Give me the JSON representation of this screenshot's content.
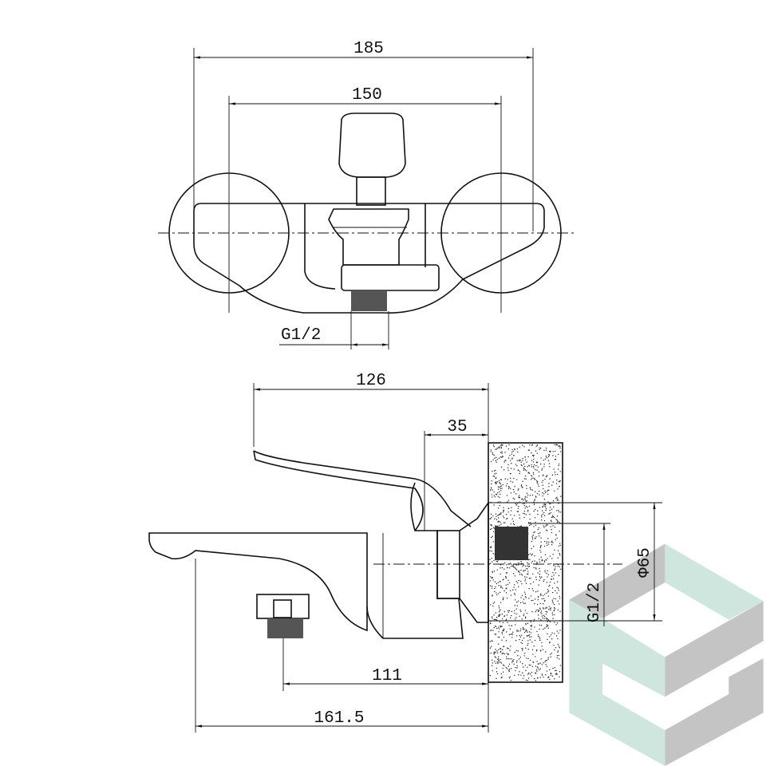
{
  "front_view": {
    "dim_overall_width": "185",
    "dim_center_distance": "150",
    "dim_outlet_thread": "G1/2"
  },
  "side_view": {
    "dim_handle_length": "126",
    "dim_handle_offset": "35",
    "dim_outlet_to_wall": "111",
    "dim_spout_to_wall": "161.5",
    "dim_flange_diameter": "Φ65",
    "dim_inlet_thread": "G1/2"
  },
  "logo": {
    "colors": {
      "mint": "#cfe6df",
      "gray": "#c4c4c4"
    }
  }
}
